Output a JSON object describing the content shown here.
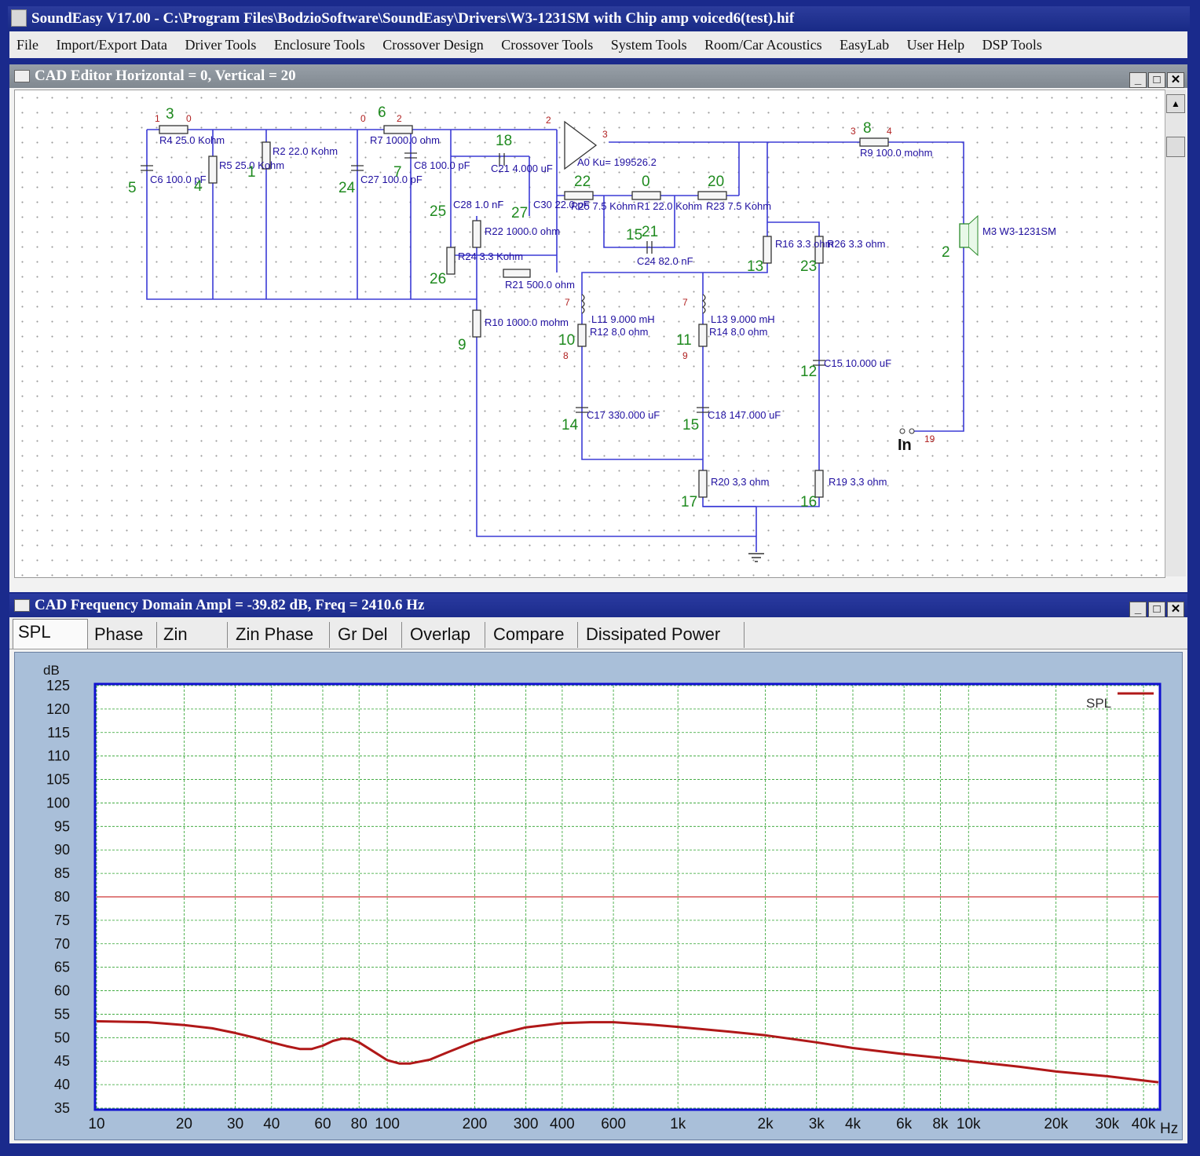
{
  "window": {
    "title": "SoundEasy V17.00 - C:\\Program Files\\BodzioSoftware\\SoundEasy\\Drivers\\W3-1231SM with Chip amp voiced6(test).hif"
  },
  "menu": [
    "File",
    "Import/Export Data",
    "Driver Tools",
    "Enclosure Tools",
    "Crossover Design",
    "Crossover Tools",
    "System Tools",
    "Room/Car Acoustics",
    "EasyLab",
    "User Help",
    "DSP Tools"
  ],
  "cad_editor": {
    "title": "CAD Editor  Horizontal = 0,  Vertical = 20",
    "components": {
      "R4": "R4 25.0 Kohm",
      "R2": "R2 22.0 Kohm",
      "R5": "R5 25.0 Kohm",
      "C6": "C6 100.0 pF",
      "R7": "R7 1000.0 ohm",
      "C8": "C8 100.0 pF",
      "C27": "C27 100.0 pF",
      "C21": "C21 4.000 uF",
      "A0": "A0 Ku= 199526.2",
      "R9": "R9 100.0 mohm",
      "C28": "C28 1.0 nF",
      "C30": "C30 22.0 pF",
      "R22": "R22 1000.0 ohm",
      "R25": "R25 7.5 Kohm",
      "R1": "R1 22.0 Kohm",
      "R23": "R23 7.5 Kohm",
      "R24": "R24 3.3 Kohm",
      "R21": "R21 500.0 ohm",
      "C24": "C24 82.0 nF",
      "R16": "R16 3.3 ohm",
      "R26": "R26 3.3 ohm",
      "M3": "M3 W3-1231SM",
      "L11": "L11 9.000 mH",
      "R12": "R12 8.0 ohm",
      "L13": "L13 9.000 mH",
      "R14": "R14 8.0 ohm",
      "R10": "R10 1000.0 mohm",
      "C15": "C15 10.000 uF",
      "C17": "C17 330.000 uF",
      "C18": "C18 147.000 uF",
      "R20": "R20 3.3 ohm",
      "R19": "R19 3.3 ohm"
    },
    "input_label": "In"
  },
  "freq_domain": {
    "title": "CAD Frequency Domain    Ampl = -39.82 dB, Freq = 2410.6 Hz",
    "tabs": [
      "SPL",
      "Phase",
      "Zin",
      "Zin Phase",
      "Gr Del",
      "Overlap",
      "Compare",
      "Dissipated Power"
    ],
    "active_tab": "SPL"
  },
  "colors": {
    "title_bar": "#1c2c8c",
    "plot_frame": "#1010d0",
    "grid": "#2aa02a",
    "spl_line": "#b01818",
    "reference_line": "#e08080",
    "wire": "#3b3bd6"
  },
  "chart_data": {
    "type": "line",
    "ylabel": "dB",
    "xunit": "Hz",
    "xscale": "log",
    "xlim": [
      10,
      45000
    ],
    "ylim": [
      35,
      125
    ],
    "yticks": [
      125,
      120,
      115,
      110,
      105,
      100,
      95,
      90,
      85,
      80,
      75,
      70,
      65,
      60,
      55,
      50,
      45,
      40,
      35
    ],
    "xticks": [
      {
        "v": 10,
        "label": "10"
      },
      {
        "v": 20,
        "label": "20"
      },
      {
        "v": 30,
        "label": "30"
      },
      {
        "v": 40,
        "label": "40"
      },
      {
        "v": 60,
        "label": "60"
      },
      {
        "v": 80,
        "label": "80"
      },
      {
        "v": 100,
        "label": "100"
      },
      {
        "v": 200,
        "label": "200"
      },
      {
        "v": 300,
        "label": "300"
      },
      {
        "v": 400,
        "label": "400"
      },
      {
        "v": 600,
        "label": "600"
      },
      {
        "v": 1000,
        "label": "1k"
      },
      {
        "v": 2000,
        "label": "2k"
      },
      {
        "v": 3000,
        "label": "3k"
      },
      {
        "v": 4000,
        "label": "4k"
      },
      {
        "v": 6000,
        "label": "6k"
      },
      {
        "v": 8000,
        "label": "8k"
      },
      {
        "v": 10000,
        "label": "10k"
      },
      {
        "v": 20000,
        "label": "20k"
      },
      {
        "v": 30000,
        "label": "30k"
      },
      {
        "v": 40000,
        "label": "40k"
      }
    ],
    "legend": "top-right",
    "grid": true,
    "reference_line": 80,
    "series": [
      {
        "name": "SPL",
        "x": [
          10,
          15,
          20,
          25,
          30,
          35,
          40,
          45,
          50,
          55,
          60,
          65,
          70,
          75,
          80,
          90,
          100,
          110,
          120,
          140,
          160,
          200,
          250,
          300,
          400,
          500,
          600,
          800,
          1000,
          1500,
          2000,
          3000,
          4000,
          6000,
          8000,
          10000,
          15000,
          20000,
          30000,
          45000
        ],
        "y": [
          53.5,
          53.3,
          52.7,
          52.0,
          51.0,
          50.0,
          49.0,
          48.2,
          47.6,
          47.6,
          48.3,
          49.3,
          49.8,
          49.7,
          49.0,
          47.0,
          45.2,
          44.5,
          44.5,
          45.3,
          46.8,
          49.2,
          51.0,
          52.2,
          53.1,
          53.3,
          53.3,
          52.8,
          52.3,
          51.3,
          50.5,
          49.0,
          47.8,
          46.5,
          45.7,
          45.0,
          43.8,
          42.8,
          41.8,
          40.5
        ]
      }
    ]
  }
}
